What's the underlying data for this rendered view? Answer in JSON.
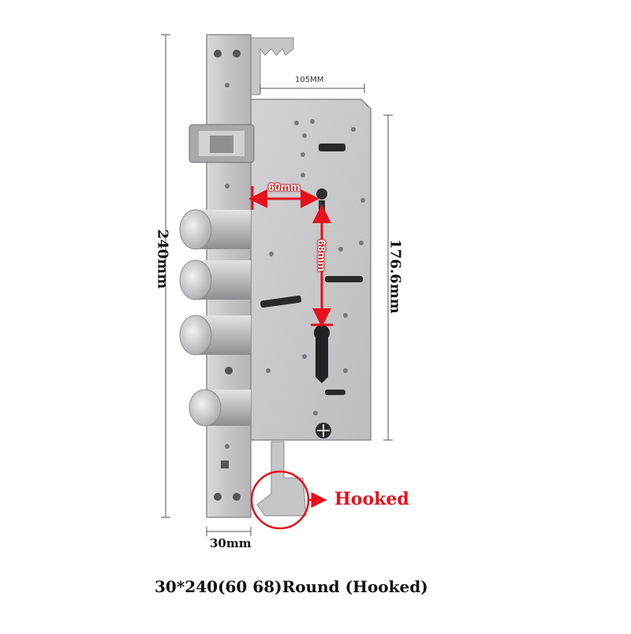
{
  "dimensions": {
    "case_width": "105MM",
    "backset": "60mm",
    "center_distance": "68mm",
    "faceplate_length": "240mm",
    "case_height": "176.6mm",
    "faceplate_width": "30mm"
  },
  "annotation": {
    "label": "Hooked",
    "color": "#e8101a"
  },
  "caption": "30*240(60 68)Round (Hooked)",
  "colors": {
    "steel": "#c9c9cb",
    "steel_dark": "#9d9da0",
    "accent_red": "#e8101a"
  }
}
